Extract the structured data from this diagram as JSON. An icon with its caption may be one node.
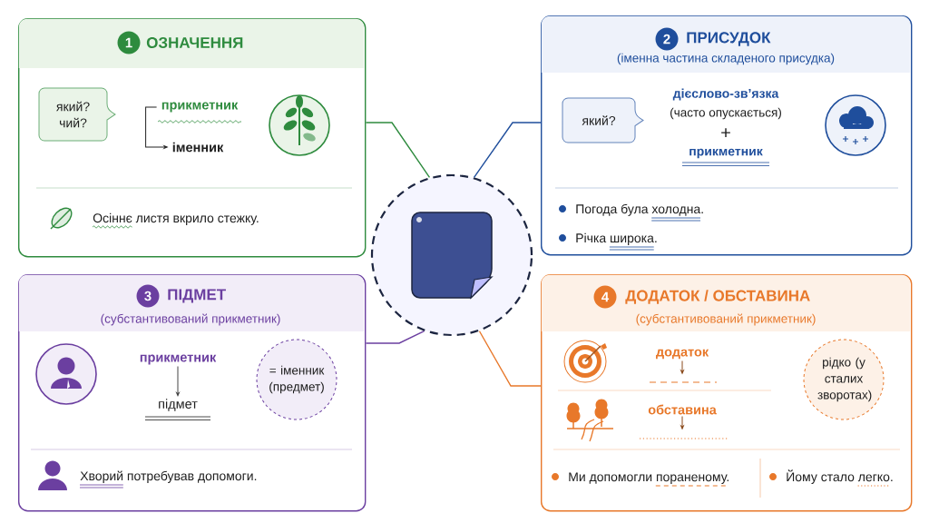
{
  "diagram": {
    "nodes": [
      {
        "text": [],
        "shape": "circle"
      },
      {
        "text": [
          "ОЗНАЧЕННЯ",
          "Осіннє листя вкрило стежку."
        ]
      },
      {
        "text": [
          "1"
        ],
        "in": 1
      },
      {
        "text": [
          "який? чий?"
        ],
        "in": 1
      },
      {
        "text": [
          "прикметник"
        ],
        "in": 1
      },
      {
        "text": [
          "іменник"
        ],
        "in": 1
      },
      {
        "text": [
          "ПРИСУДОК",
          "(іменна частина складеного присудка)",
          "дієслово-зв’язка",
          "(часто опускається)",
          "+",
          "прикметник",
          "Погода була холодна.",
          "Річка широка."
        ]
      },
      {
        "text": [
          "2"
        ],
        "in": 6
      },
      {
        "text": [
          "який?"
        ],
        "in": 6
      },
      {
        "text": [
          "ПІДМЕТ",
          "(субстантивований прикметник)",
          "Хворий потребував допомоги."
        ]
      },
      {
        "text": [
          "3"
        ],
        "in": 9
      },
      {
        "text": [
          "прикметник"
        ],
        "in": 9
      },
      {
        "text": [
          "підмет"
        ],
        "in": 9
      },
      {
        "text": [
          "= іменник (предмет)"
        ],
        "in": 9
      },
      {
        "text": [
          "ДОДАТОК / ОБСТАВИНА",
          "(субстантивований прикметник)",
          "Ми допомогли пораненому.",
          "Йому стало легко."
        ]
      },
      {
        "text": [
          "4"
        ],
        "in": 14
      },
      {
        "text": [
          "додаток"
        ],
        "in": 14
      },
      {
        "text": [
          "обставина"
        ],
        "in": 14
      },
      {
        "text": [
          "рідко (у сталих зворотах)"
        ],
        "in": 14
      }
    ],
    "edges": [
      {
        "from": 0,
        "to": 1,
        "arrow": "none",
        "color": "#2e8b3e"
      },
      {
        "from": 0,
        "to": 6,
        "arrow": "none",
        "color": "#1f4e9c"
      },
      {
        "from": 0,
        "to": 9,
        "arrow": "none",
        "color": "#6b3fa0"
      },
      {
        "from": 0,
        "to": 14,
        "arrow": "none",
        "color": "#e8782a"
      },
      {
        "from": 4,
        "to": 5,
        "arrow": "to",
        "color": "#222222"
      },
      {
        "from": 11,
        "to": 12,
        "arrow": "to",
        "color": "#444444"
      },
      {
        "from": 16,
        "to": null,
        "arrow": "to",
        "color": "#8a4a1c"
      },
      {
        "from": 17,
        "to": null,
        "arrow": "to",
        "color": "#8a4a1c"
      }
    ]
  }
}
